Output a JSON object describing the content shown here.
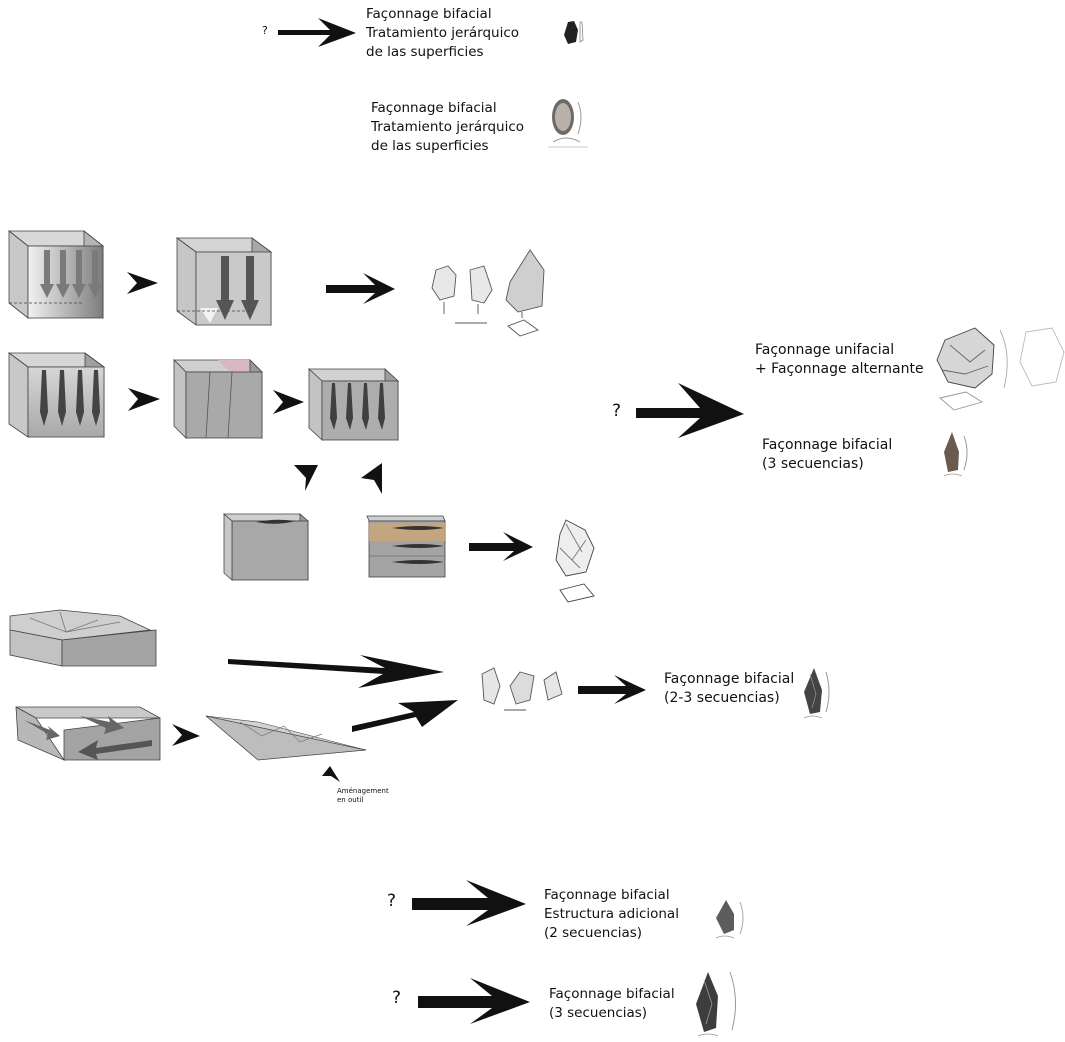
{
  "texts": {
    "r1_q": "?",
    "r1_label": "Façonnage bifacial\nTratamiento jerárquico\nde las superficies",
    "r2_label": "Façonnage bifacial\nTratamiento jerárquico\nde las superficies",
    "unifacial_label": "Façonnage unifacial\n+ Façonnage alternante",
    "mid_q": "?",
    "bifacial3_label": "Façonnage bifacial\n(3 secuencias)",
    "bifacial23_label": "Façonnage bifacial\n(2-3 secuencias)",
    "amenagement": "Aménagement\nen outil",
    "b1_q": "?",
    "b1_label": "Façonnage bifacial\nEstructura adicional\n(2 secuencias)",
    "b2_q": "?",
    "b2_label": "Façonnage bifacial\n(3 secuencias)"
  }
}
